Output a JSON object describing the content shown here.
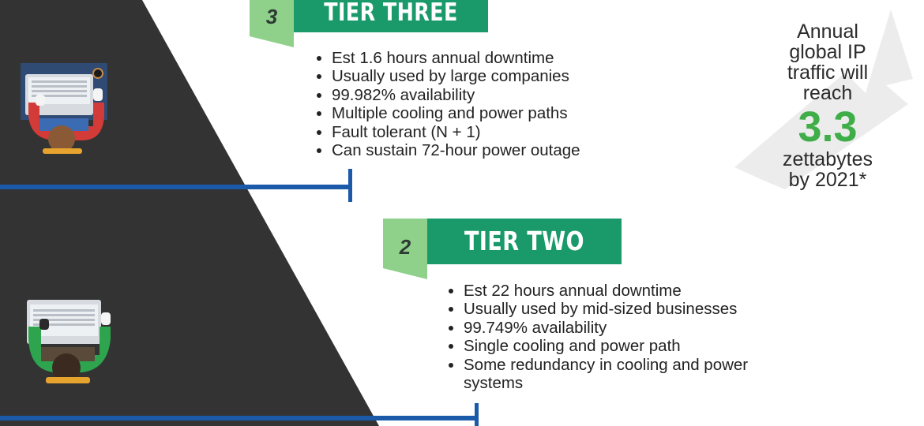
{
  "tiers": [
    {
      "number": "3",
      "title": "TIER THREE",
      "bullets": [
        "Est 1.6 hours annual downtime",
        "Usually used by large companies",
        "99.982% availability",
        "Multiple cooling and power paths",
        "Fault tolerant (N + 1)",
        "Can sustain 72-hour power outage"
      ]
    },
    {
      "number": "2",
      "title": "TIER TWO",
      "bullets": [
        "Est 22 hours annual downtime",
        "Usually used by mid-sized businesses",
        "99.749% availability",
        "Single cooling and power path",
        "Some redundancy in cooling and power systems"
      ]
    }
  ],
  "stat": {
    "line1": "Annual",
    "line2": "global IP",
    "line3": "traffic will",
    "line4": "reach",
    "value": "3.3",
    "line5": "zettabytes",
    "line6": "by 2021*"
  },
  "colors": {
    "pyramid": "#333333",
    "tier_green": "#1a9a6a",
    "number_tab": "#8fd18a",
    "accent_green": "#3fae49",
    "rule_blue": "#1b5aa8",
    "arrow_gray": "#ececec"
  },
  "icons": [
    "laptop-worker-icon",
    "arrow-up-right-icon"
  ]
}
